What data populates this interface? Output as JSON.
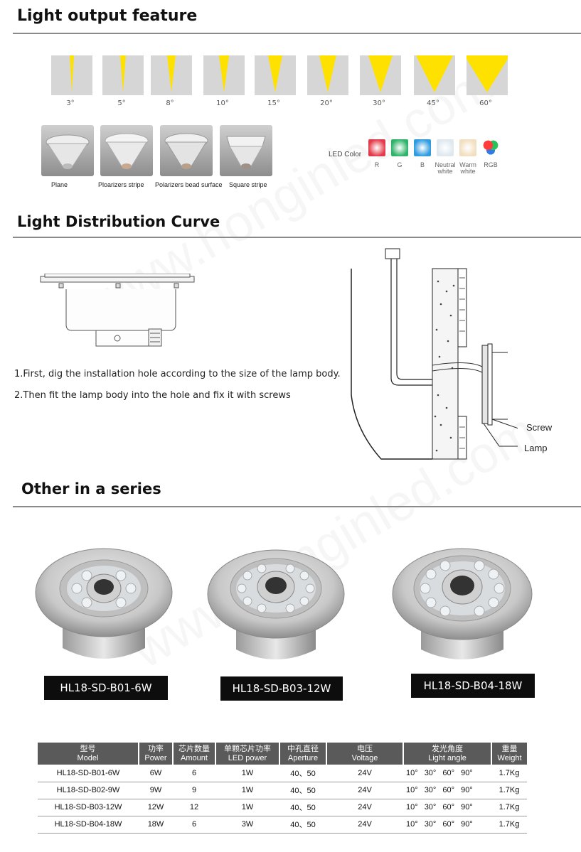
{
  "sections": {
    "light_output": "Light output feature",
    "distribution": "Light Distribution Curve",
    "series": "Other in a series"
  },
  "beam_angles": [
    "3°",
    "5°",
    "8°",
    "10°",
    "15°",
    "20°",
    "30°",
    "45°",
    "60°"
  ],
  "lenses": [
    "Plane",
    "Ploarizers stripe",
    "Polarizers bead surface",
    "Square stripe"
  ],
  "led_color": {
    "title": "LED Color",
    "items": [
      {
        "label": "R",
        "color": "#e23a4a"
      },
      {
        "label": "G",
        "color": "#2fb36a"
      },
      {
        "label": "B",
        "color": "#2f9be0"
      },
      {
        "label": "Neutral white",
        "color": "#dfe8ee"
      },
      {
        "label": "Warm white",
        "color": "#f1dfbf"
      },
      {
        "label": "RGB",
        "color": "rgb"
      }
    ]
  },
  "instructions": [
    "1.First, dig the installation hole according to the size of the lamp body.",
    "2.Then fit the lamp body into the hole and fix it with screws"
  ],
  "diagram_callouts": {
    "screw": "Screw",
    "lamp": "Lamp"
  },
  "products": [
    "HL18-SD-B01-6W",
    "HL18-SD-B03-12W",
    "HL18-SD-B04-18W"
  ],
  "table": {
    "headers": [
      {
        "zh": "型号",
        "en": "Model"
      },
      {
        "zh": "功率",
        "en": "Power"
      },
      {
        "zh": "芯片数量",
        "en": "Amount"
      },
      {
        "zh": "单颗芯片功率",
        "en": "LED power"
      },
      {
        "zh": "中孔直径",
        "en": "Aperture"
      },
      {
        "zh": "电压",
        "en": "Voltage"
      },
      {
        "zh": "发光角度",
        "en": "Light angle"
      },
      {
        "zh": "重量",
        "en": "Weight"
      }
    ],
    "rows": [
      [
        "HL18-SD-B01-6W",
        "6W",
        "6",
        "1W",
        "40、50",
        "24V",
        "10°  30°  60°  90°",
        "1.7Kg"
      ],
      [
        "HL18-SD-B02-9W",
        "9W",
        "9",
        "1W",
        "40、50",
        "24V",
        "10°  30°  60°  90°",
        "1.7Kg"
      ],
      [
        "HL18-SD-B03-12W",
        "12W",
        "12",
        "1W",
        "40、50",
        "24V",
        "10°  30°  60°  90°",
        "1.7Kg"
      ],
      [
        "HL18-SD-B04-18W",
        "18W",
        "6",
        "3W",
        "40、50",
        "24V",
        "10°  30°  60°  90°",
        "1.7Kg"
      ]
    ]
  },
  "watermark": "www.honginled.com"
}
